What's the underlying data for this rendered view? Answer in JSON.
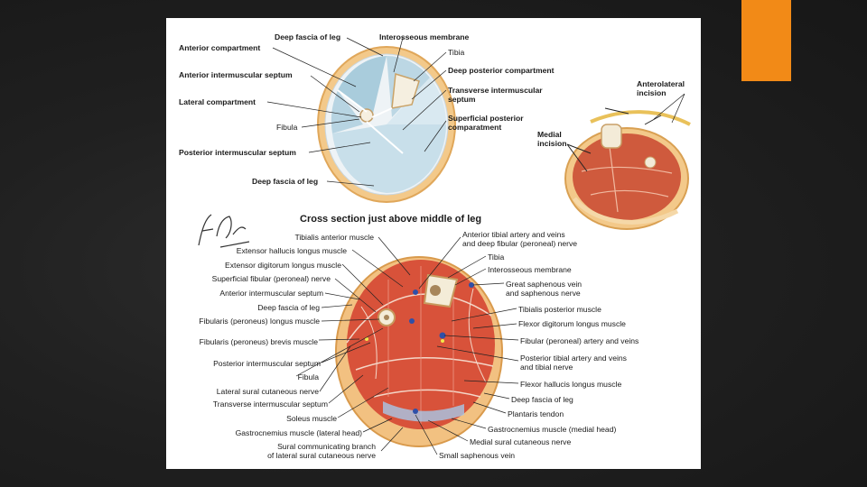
{
  "slide": {
    "accent_color": "#f28a17",
    "background_color": "#1e1e1e"
  },
  "diagram": {
    "top_labels": {
      "deep_fascia_top": "Deep fascia of leg",
      "interosseous_top": "Interosseous membrane",
      "tibia_top": "Tibia",
      "anterior_compartment": "Anterior compartment",
      "anterior_septum_top": "Anterior intermuscular septum",
      "deep_posterior": "Deep posterior compartment",
      "transverse_septum_top": "Transverse intermuscular\nseptum",
      "lateral_compartment": "Lateral compartment",
      "fibula_top": "Fibula",
      "superficial_posterior": "Superficial posterior\ncomparatment",
      "posterior_septum_top": "Posterior intermuscular septum",
      "deep_fascia_bottom": "Deep fascia of leg"
    },
    "incision_labels": {
      "anterolateral": "Anterolateral\nincision",
      "medial": "Medial\nincision"
    },
    "section_title": "Cross section just above middle of leg",
    "signature": "F. Netter M.D.",
    "left_labels": [
      "Tibialis anterior muscle",
      "Extensor hallucis longus muscle",
      "Extensor digitorum longus muscle",
      "Superficial fibular (peroneal) nerve",
      "Anterior intermuscular septum",
      "Deep fascia of leg",
      "Fibularis (peroneus) longus muscle",
      "Fibularis (peroneus) brevis muscle",
      "Posterior intermuscular septum",
      "Fibula",
      "Lateral sural cutaneous nerve",
      "Transverse intermuscular septum",
      "Soleus muscle",
      "Gastrocnemius muscle (lateral head)",
      "Sural communicating branch\nof lateral sural cutaneous nerve"
    ],
    "right_labels": [
      "Anterior tibial artery and veins\nand deep fibular (peroneal) nerve",
      "Tibia",
      "Interosseous membrane",
      "Great saphenous vein\nand saphenous nerve",
      "Tibialis posterior muscle",
      "Flexor digitorum longus muscle",
      "Fibular (peroneal) artery and veins",
      "Posterior tibial artery and veins\nand tibial nerve",
      "Flexor hallucis longus muscle",
      "Deep fascia of leg",
      "Plantaris tendon",
      "Gastrocnemius muscle (medial head)",
      "Medial sural cutaneous nerve",
      "Small saphenous vein"
    ]
  }
}
